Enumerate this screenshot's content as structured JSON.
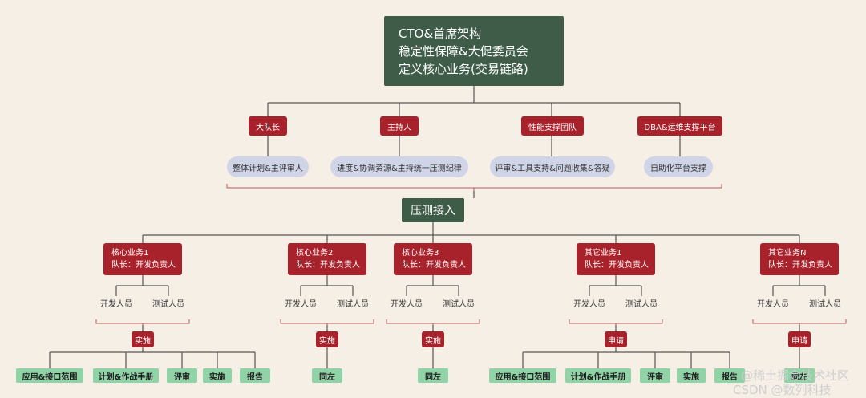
{
  "root": {
    "line1": "CTO&首席架构",
    "line2": "稳定性保障&大促委员会",
    "line3": "定义核心业务(交易链路)"
  },
  "roles": [
    {
      "title": "大队长",
      "desc": "整体计划&主评审人"
    },
    {
      "title": "主持人",
      "desc": "进度&协调资源&主持统一压测纪律"
    },
    {
      "title": "性能支撑团队",
      "desc": "评审&工具支持&问题收集&答疑"
    },
    {
      "title": "DBA&运维支撑平台",
      "desc": "自助化平台支撑"
    }
  ],
  "middle": "压测接入",
  "businesses": [
    {
      "name": "核心业务1",
      "lead": "队长：开发负责人",
      "dev": "开发人员",
      "test": "测试人员",
      "action": "实施",
      "leaves": [
        "应用&接口范围",
        "计划&作战手册",
        "评审",
        "实施",
        "报告"
      ]
    },
    {
      "name": "核心业务2",
      "lead": "队长：开发负责人",
      "dev": "开发人员",
      "test": "测试人员",
      "action": "实施",
      "leaves": [
        "同左"
      ]
    },
    {
      "name": "核心业务3",
      "lead": "队长：开发负责人",
      "dev": "开发人员",
      "test": "测试人员",
      "action": "实施",
      "leaves": [
        "同左"
      ]
    },
    {
      "name": "其它业务1",
      "lead": "队长：开发负责人",
      "dev": "开发人员",
      "test": "测试人员",
      "action": "申请",
      "leaves": [
        "应用&接口范围",
        "计划&作战手册",
        "评审",
        "实施",
        "报告"
      ]
    },
    {
      "name": "其它业务N",
      "lead": "队长：开发负责人",
      "dev": "开发人员",
      "test": "测试人员",
      "action": "申请",
      "leaves": [
        "同左"
      ]
    }
  ],
  "watermark": {
    "line1": "@稀土掘金技术社区",
    "line2": "CSDN @数列科技"
  },
  "colors": {
    "dark_green": "#3f5c49",
    "red": "#a8222b",
    "pill": "#cfd4e6",
    "leaf": "#8fd3a6",
    "line": "#555555",
    "bracket": "#b85a5a",
    "background": "#f6efe6"
  }
}
